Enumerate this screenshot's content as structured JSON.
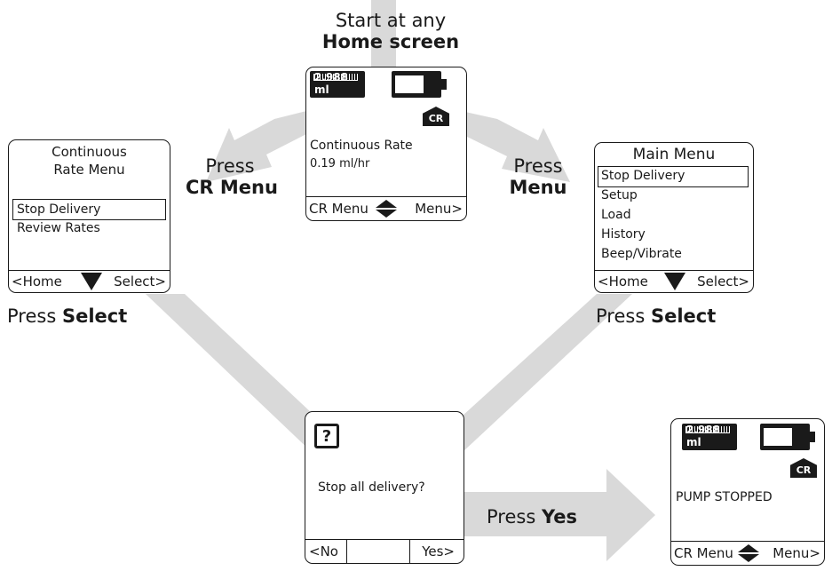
{
  "labels": {
    "start_line1": "Start at any",
    "start_line2": "Home screen",
    "press_cr_1": "Press",
    "press_cr_2": "CR Menu",
    "press_menu_1": "Press",
    "press_menu_2": "Menu",
    "press_select_left_1": "Press",
    "press_select_left_2": "Select",
    "press_select_right_1": "Press",
    "press_select_right_2": "Select",
    "press_yes_1": "Press",
    "press_yes_2": "Yes"
  },
  "home_screen": {
    "volume": "2.988 ml",
    "badge": "CR",
    "line1": "Continuous Rate",
    "line2": "0.19 ml/hr",
    "left_key": "CR Menu",
    "right_key": "Menu>"
  },
  "cr_menu_screen": {
    "title1": "Continuous",
    "title2": "Rate Menu",
    "items": [
      "Stop Delivery",
      "Review Rates"
    ],
    "left_key": "<Home",
    "right_key": "Select>"
  },
  "main_menu_screen": {
    "title": "Main Menu",
    "items": [
      "Stop Delivery",
      "Setup",
      "Load",
      "History",
      "Beep/Vibrate"
    ],
    "left_key": "<Home",
    "right_key": "Select>"
  },
  "confirm_screen": {
    "icon": "?",
    "message": "Stop all delivery?",
    "left_key": "<No",
    "right_key": "Yes>"
  },
  "stopped_screen": {
    "volume": "2.988 ml",
    "badge": "CR",
    "message": "PUMP STOPPED",
    "left_key": "CR Menu",
    "right_key": "Menu>"
  },
  "colors": {
    "arrow": "#d9d9d9",
    "ink": "#1a1a1a"
  }
}
